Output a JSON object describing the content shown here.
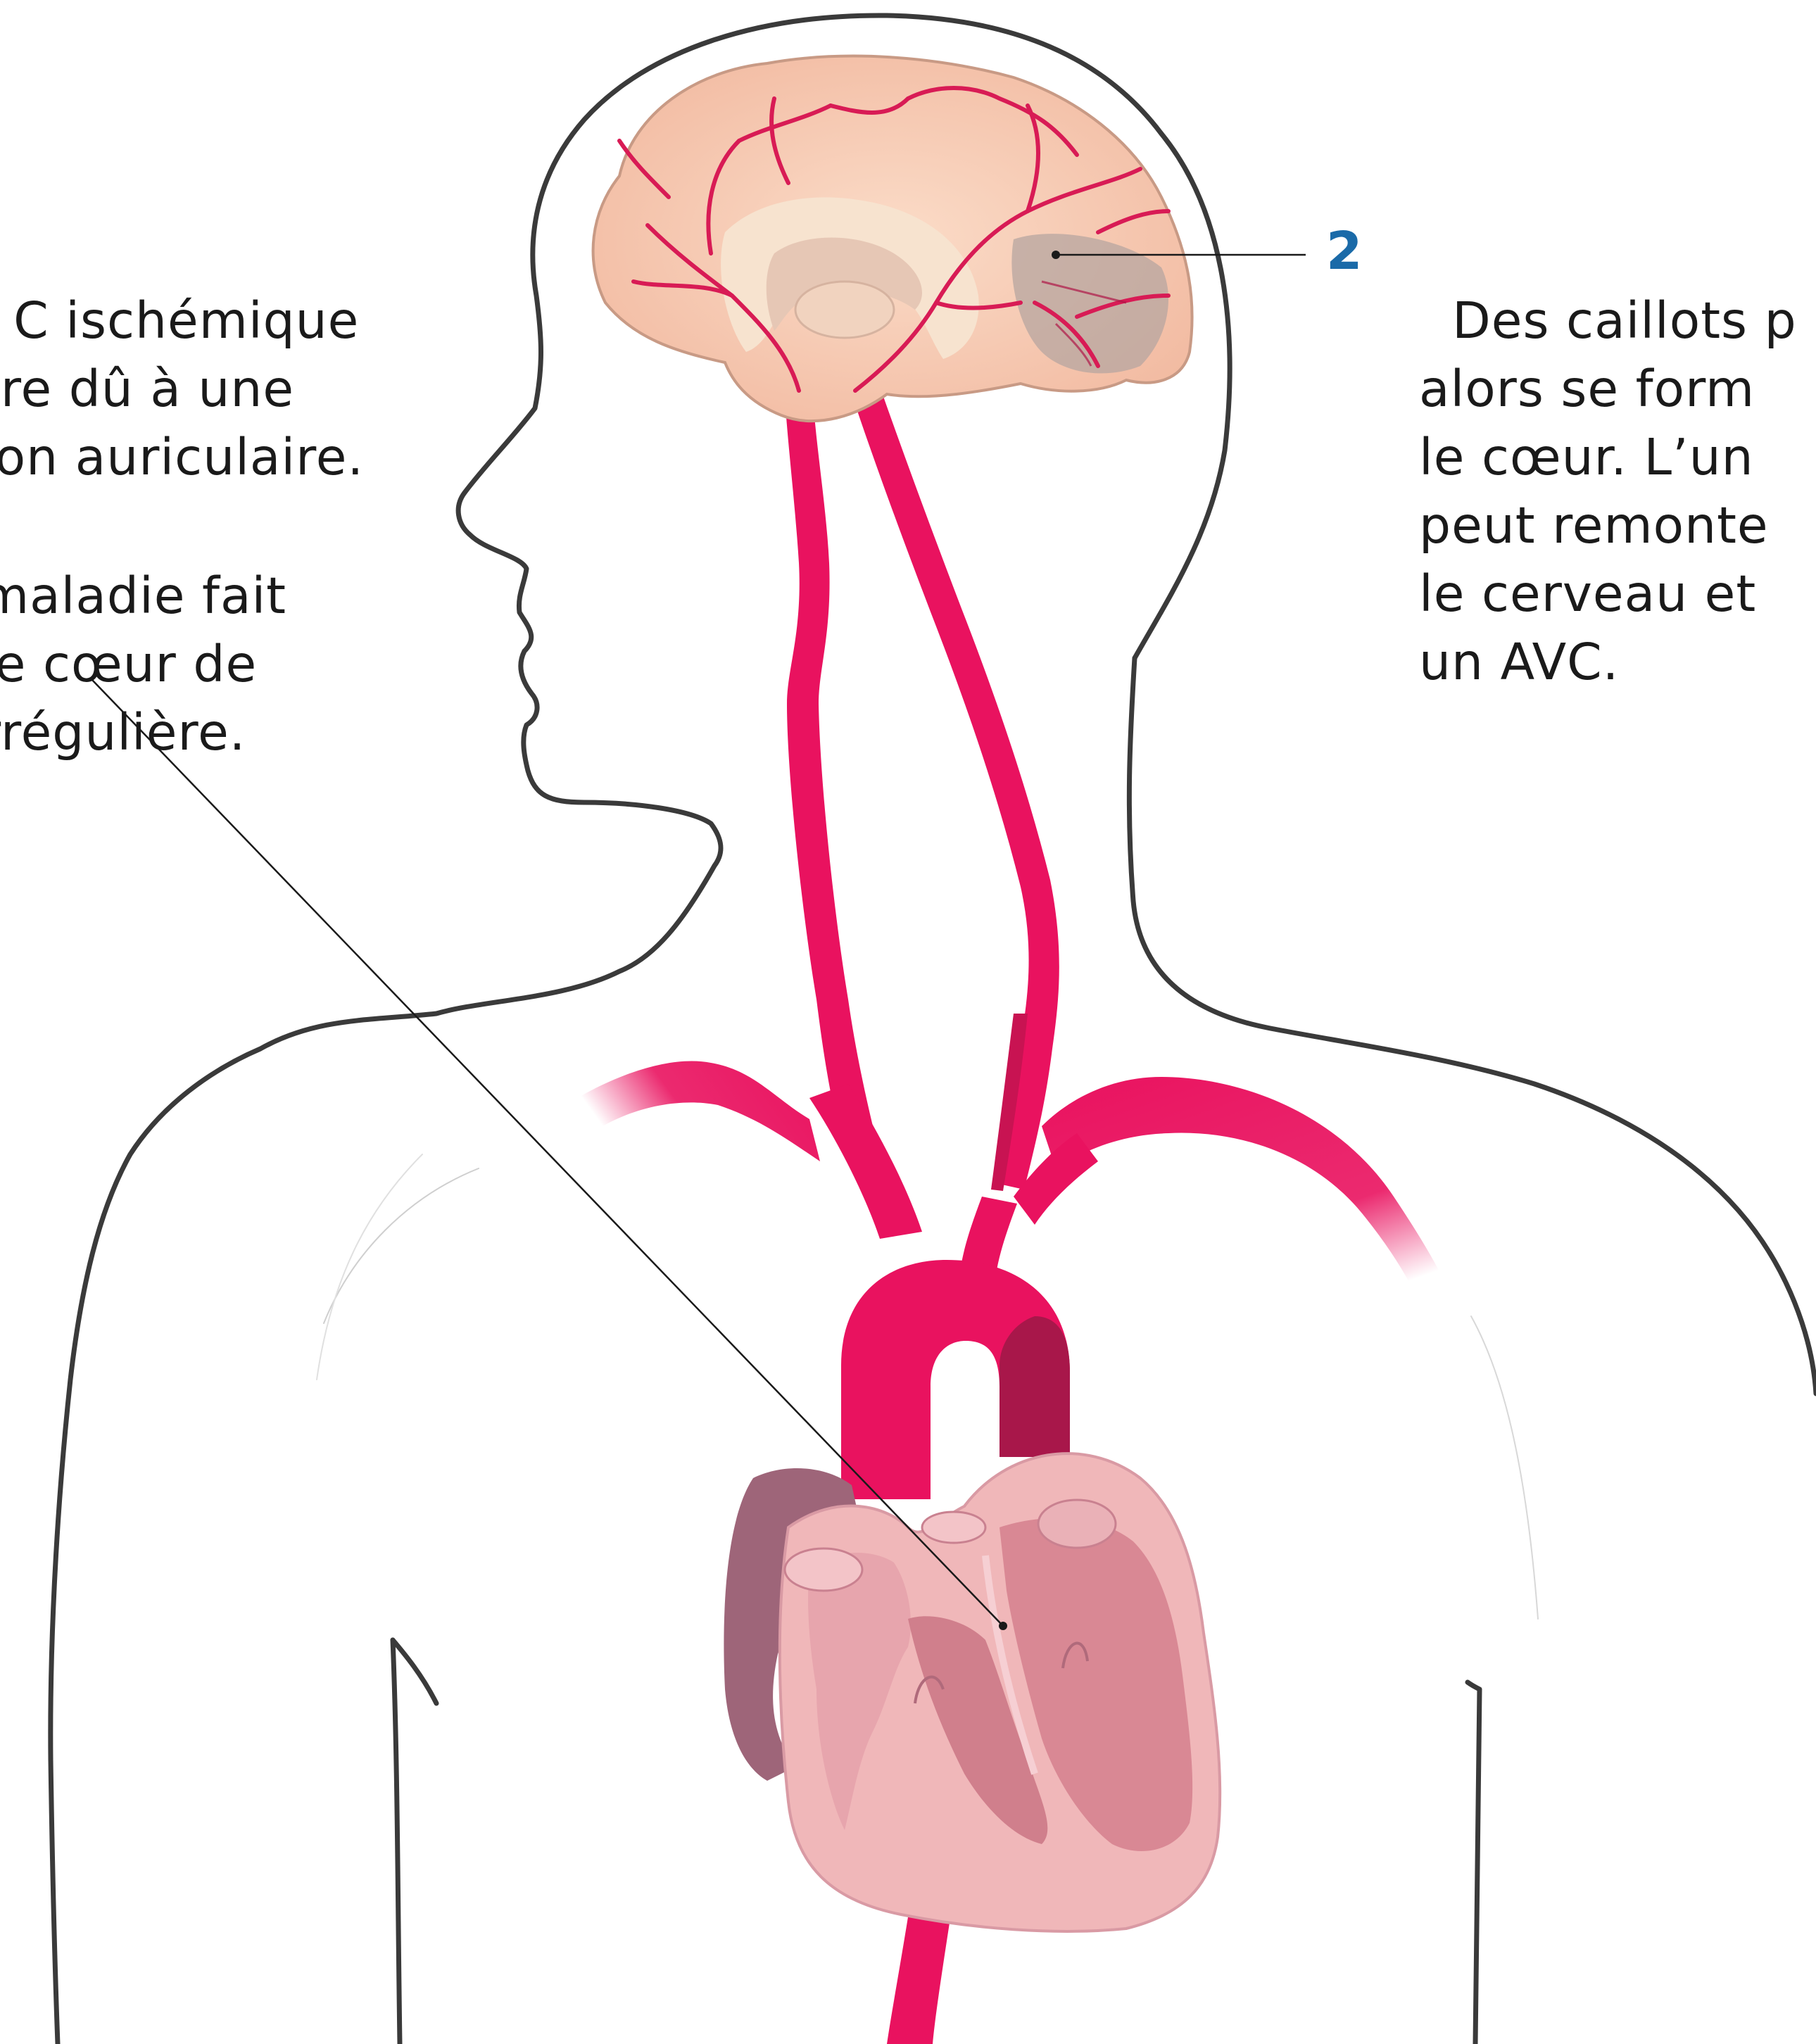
{
  "callouts": [
    {
      "id": "left",
      "paragraphs": [
        "C ischémique\ntre dû à une\nion auriculaire.",
        "maladie fait\nle cœur de\nrrégulière."
      ]
    },
    {
      "id": "right",
      "number": "2",
      "paragraphs": [
        "Des caillots p\nalors se form\nle cœur. L’un\npeut remonte\nle cerveau et\nun AVC."
      ]
    }
  ],
  "colors": {
    "artery": "#e9125f",
    "artery_dark": "#b01848",
    "outline": "#3a3a3a",
    "brain": "#f7c9b2",
    "heart": "#e9a2ac",
    "number": "#1a6aa8"
  },
  "icons": {
    "body": "human-silhouette-icon",
    "brain": "brain-icon",
    "heart": "heart-icon"
  }
}
